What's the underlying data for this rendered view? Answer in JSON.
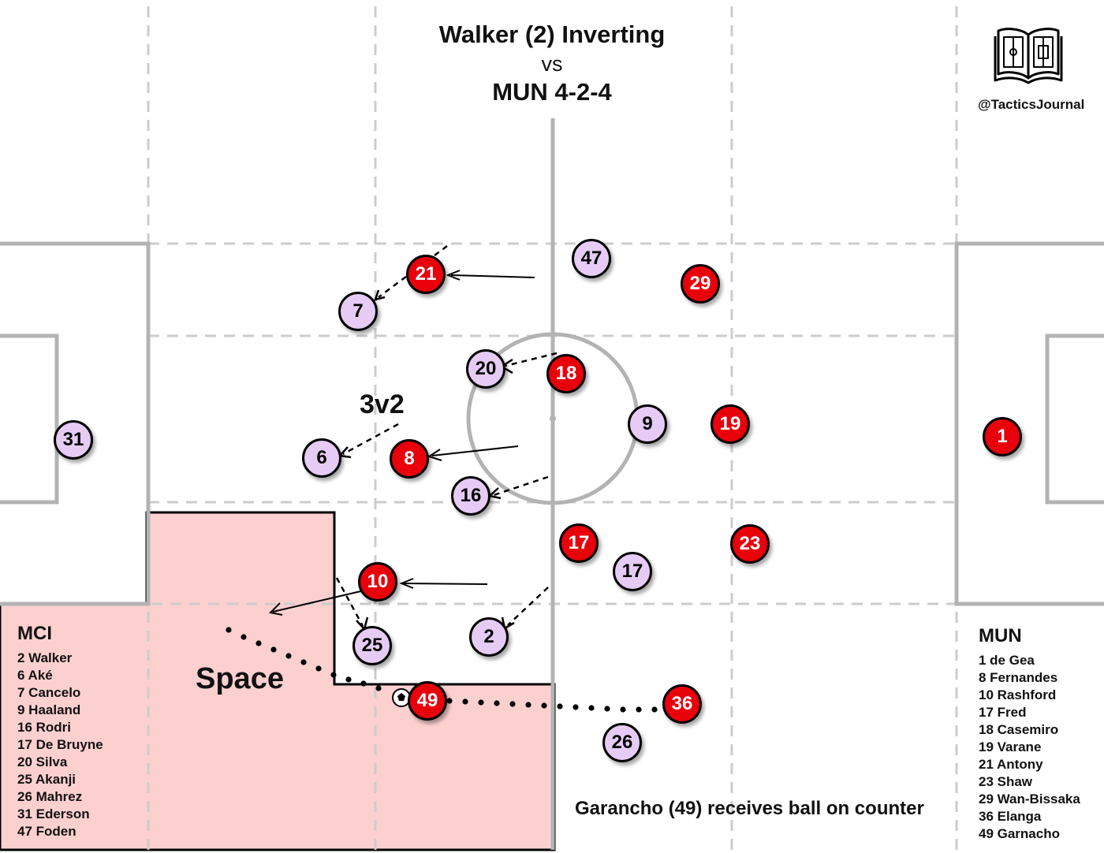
{
  "title": {
    "line1": "Walker (2) Inverting",
    "line2": "vs",
    "line3": "MUN 4-2-4"
  },
  "handle": "@TacticsJournal",
  "logo_icon": "open-book-icon",
  "annotations": {
    "overload": "3v2",
    "space": "Space",
    "caption": "Garancho (49) receives ball on counter"
  },
  "colors": {
    "mci": "#e6ccf5",
    "mun": "#e8000b",
    "space_zone": "#fdd0d0",
    "pitch_lines": "#b3b3b3",
    "grid_lines": "#cccccc"
  },
  "mci": {
    "name": "MCI",
    "roster": [
      "2 Walker",
      "6 Aké",
      "7 Cancelo",
      "9 Haaland",
      "16 Rodri",
      "17 De Bruyne",
      "20 Silva",
      "25 Akanji",
      "26 Mahrez",
      "31 Ederson",
      "47 Foden"
    ]
  },
  "mun": {
    "name": "MUN",
    "roster": [
      "1 de Gea",
      "8 Fernandes",
      "10 Rashford",
      "17 Fred",
      "18 Casemiro",
      "19 Varane",
      "21 Antony",
      "23 Shaw",
      "29 Wan-Bissaka",
      "36 Elanga",
      "49 Garnacho"
    ]
  },
  "players": {
    "mci_31": "31",
    "mci_7": "7",
    "mci_47": "47",
    "mci_20": "20",
    "mci_6": "6",
    "mci_9": "9",
    "mci_16": "16",
    "mci_17": "17",
    "mci_25": "25",
    "mci_2": "2",
    "mci_26": "26",
    "mun_21": "21",
    "mun_29": "29",
    "mun_18": "18",
    "mun_19": "19",
    "mun_8": "8",
    "mun_1": "1",
    "mun_17": "17",
    "mun_23": "23",
    "mun_10": "10",
    "mun_49": "49",
    "mun_36": "36"
  }
}
